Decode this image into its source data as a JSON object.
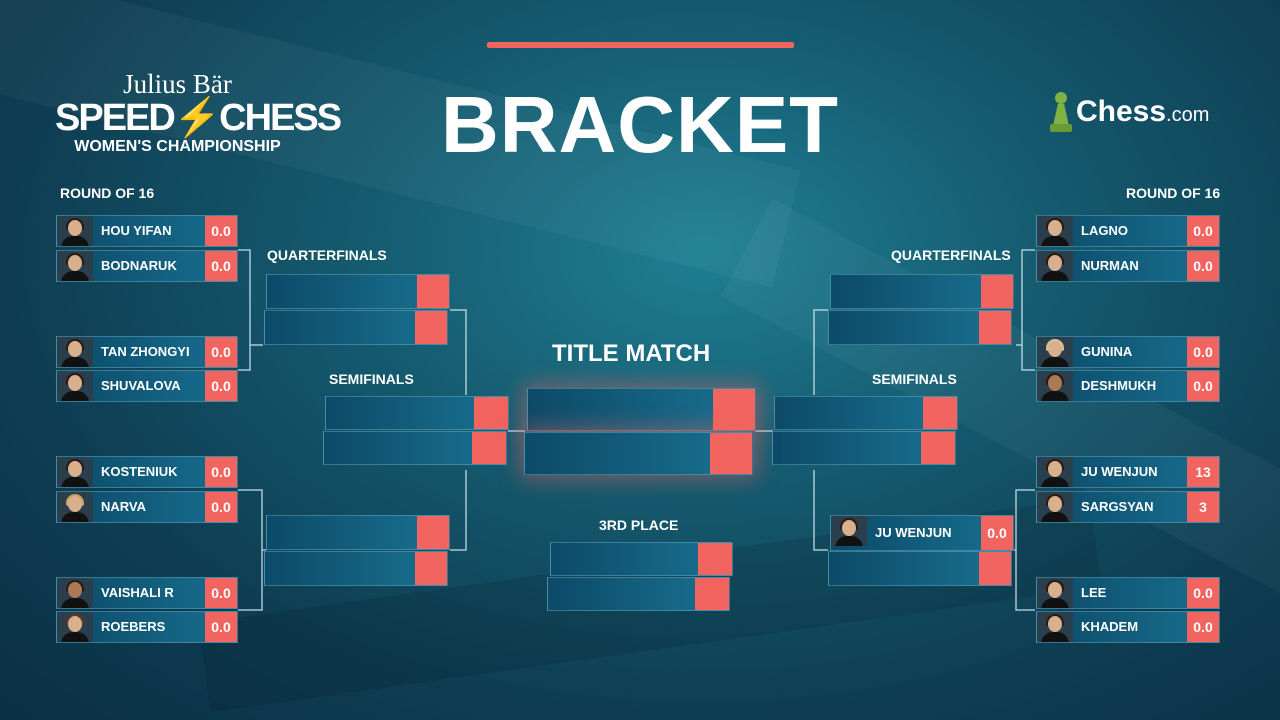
{
  "header": {
    "title": "BRACKET",
    "logo_left": {
      "line1": "Julius Bär",
      "line2_a": "SPEED",
      "line2_b": "CHESS",
      "line3": "WOMEN'S CHAMPIONSHIP"
    },
    "logo_right": {
      "brand": "Chess",
      "suffix": ".com"
    }
  },
  "colors": {
    "accent": "#f2645f",
    "panel": "#186f90",
    "background": "#0e3d52",
    "pawn": "#7fb243"
  },
  "labels": {
    "round_of_16_left": "ROUND OF 16",
    "round_of_16_right": "ROUND OF 16",
    "quarterfinals_left": "QUARTERFINALS",
    "quarterfinals_right": "QUARTERFINALS",
    "semifinals_left": "SEMIFINALS",
    "semifinals_right": "SEMIFINALS",
    "title_match": "TITLE MATCH",
    "third_place": "3RD PLACE"
  },
  "left_r16": [
    {
      "name": "HOU YIFAN",
      "score": "0.0"
    },
    {
      "name": "BODNARUK",
      "score": "0.0"
    },
    {
      "name": "TAN ZHONGYI",
      "score": "0.0"
    },
    {
      "name": "SHUVALOVA",
      "score": "0.0"
    },
    {
      "name": "KOSTENIUK",
      "score": "0.0"
    },
    {
      "name": "NARVA",
      "score": "0.0"
    },
    {
      "name": "VAISHALI R",
      "score": "0.0"
    },
    {
      "name": "ROEBERS",
      "score": "0.0"
    }
  ],
  "right_r16": [
    {
      "name": "LAGNO",
      "score": "0.0"
    },
    {
      "name": "NURMAN",
      "score": "0.0"
    },
    {
      "name": "GUNINA",
      "score": "0.0"
    },
    {
      "name": "DESHMUKH",
      "score": "0.0"
    },
    {
      "name": "JU WENJUN",
      "score": "13"
    },
    {
      "name": "SARGSYAN",
      "score": "3"
    },
    {
      "name": "LEE",
      "score": "0.0"
    },
    {
      "name": "KHADEM",
      "score": "0.0"
    }
  ],
  "right_qf": [
    {
      "name": "JU WENJUN",
      "score": "0.0"
    }
  ]
}
